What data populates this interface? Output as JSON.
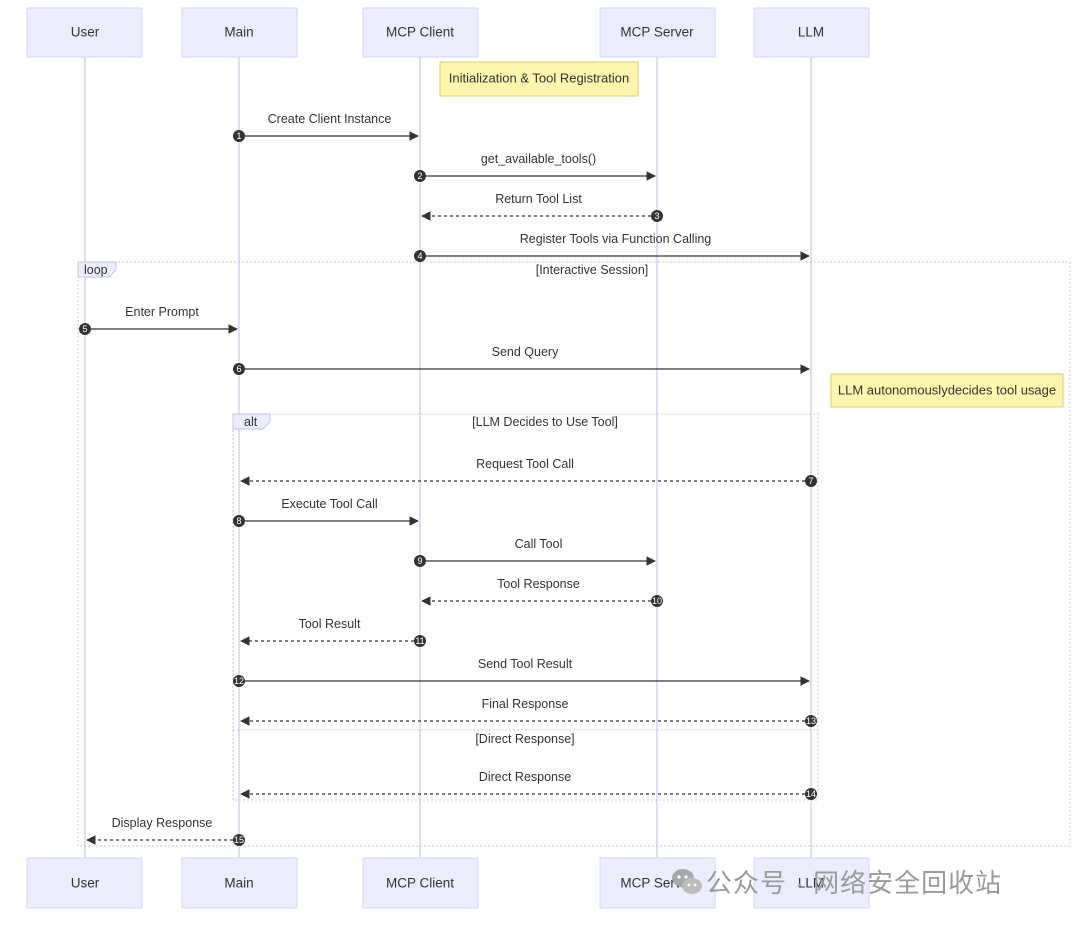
{
  "participants": [
    {
      "id": "user",
      "label": "User"
    },
    {
      "id": "main",
      "label": "Main"
    },
    {
      "id": "client",
      "label": "MCP Client"
    },
    {
      "id": "server",
      "label": "MCP Server"
    },
    {
      "id": "llm",
      "label": "LLM"
    }
  ],
  "notes": {
    "init": "Initialization & Tool Registration",
    "llm_decides": "LLM autonomouslydecides tool usage"
  },
  "frames": {
    "loop": {
      "label": "loop",
      "condition": "[Interactive Session]"
    },
    "alt": {
      "label": "alt",
      "condition": "[LLM Decides to Use Tool]",
      "else_condition": "[Direct Response]"
    }
  },
  "messages": [
    {
      "n": "1",
      "from": "main",
      "to": "client",
      "text": "Create Client Instance",
      "style": "solid"
    },
    {
      "n": "2",
      "from": "client",
      "to": "server",
      "text": "get_available_tools()",
      "style": "solid"
    },
    {
      "n": "3",
      "from": "server",
      "to": "client",
      "text": "Return Tool List",
      "style": "dotted"
    },
    {
      "n": "4",
      "from": "client",
      "to": "llm",
      "text": "Register Tools via Function Calling",
      "style": "solid"
    },
    {
      "n": "5",
      "from": "user",
      "to": "main",
      "text": "Enter Prompt",
      "style": "solid"
    },
    {
      "n": "6",
      "from": "main",
      "to": "llm",
      "text": "Send Query",
      "style": "solid"
    },
    {
      "n": "7",
      "from": "llm",
      "to": "main",
      "text": "Request Tool Call",
      "style": "dotted"
    },
    {
      "n": "8",
      "from": "main",
      "to": "client",
      "text": "Execute Tool Call",
      "style": "solid"
    },
    {
      "n": "9",
      "from": "client",
      "to": "server",
      "text": "Call Tool",
      "style": "solid"
    },
    {
      "n": "10",
      "from": "server",
      "to": "client",
      "text": "Tool Response",
      "style": "dotted"
    },
    {
      "n": "11",
      "from": "client",
      "to": "main",
      "text": "Tool Result",
      "style": "dotted"
    },
    {
      "n": "12",
      "from": "main",
      "to": "llm",
      "text": "Send Tool Result",
      "style": "solid"
    },
    {
      "n": "13",
      "from": "llm",
      "to": "main",
      "text": "Final Response",
      "style": "dotted"
    },
    {
      "n": "14",
      "from": "llm",
      "to": "main",
      "text": "Direct Response",
      "style": "dotted"
    },
    {
      "n": "15",
      "from": "main",
      "to": "user",
      "text": "Display Response",
      "style": "dotted"
    }
  ],
  "watermark": {
    "text": "公众号 · 网络安全回收站",
    "icon": "wechat-icon"
  }
}
